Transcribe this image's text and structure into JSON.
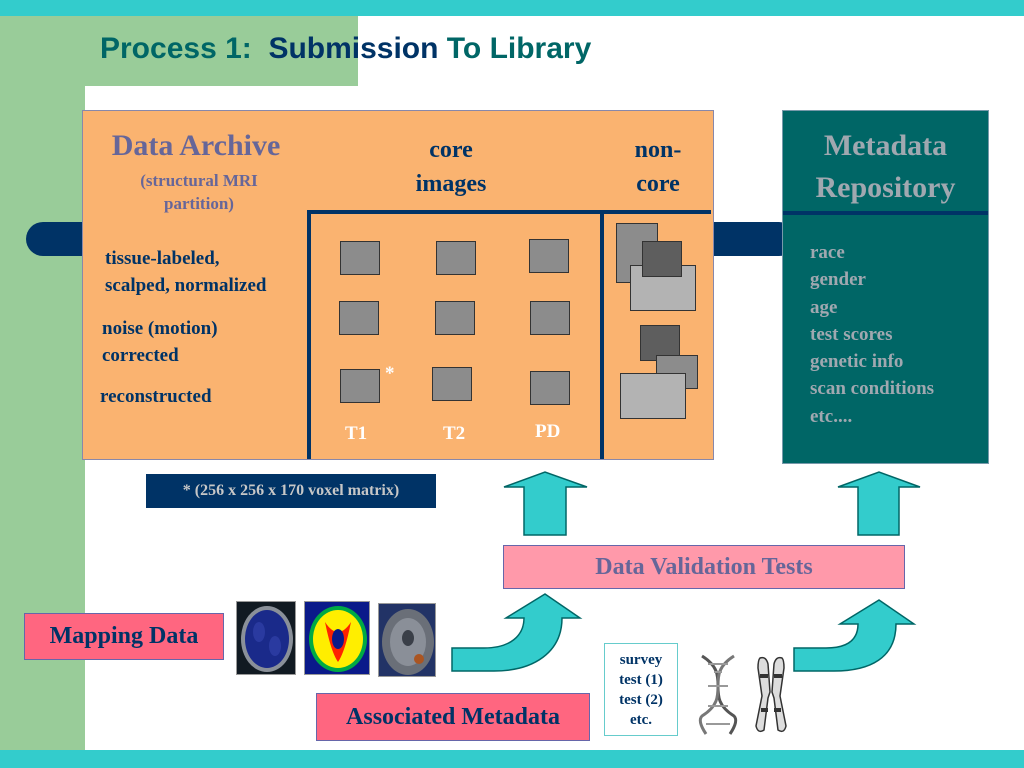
{
  "title": {
    "prefix": "Process 1:  ",
    "emph": "Submission",
    "suffix": " To Library"
  },
  "archive": {
    "title": "Data Archive",
    "subtitle_line1": "(structural MRI",
    "subtitle_line2": "partition)",
    "core_line1": "core",
    "core_line2": "images",
    "noncore_line1": "non-",
    "noncore_line2": "core",
    "rows": [
      {
        "line1": "tissue-labeled,",
        "line2": "scalped, normalized"
      },
      {
        "line1": "noise (motion)",
        "line2": "corrected"
      },
      {
        "line1": "reconstructed",
        "line2": ""
      }
    ],
    "asterisk": "*",
    "columns": [
      "T1",
      "T2",
      "PD"
    ]
  },
  "metadata_repository": {
    "title_line1": "Metadata",
    "title_line2": "Repository",
    "items": [
      "race",
      "gender",
      "age",
      "test scores",
      "genetic info",
      "scan conditions",
      "etc...."
    ]
  },
  "voxel_note": "* (256 x 256 x 170 voxel matrix)",
  "validation_label": "Data Validation Tests",
  "mapping_label": "Mapping Data",
  "associated_label": "Associated Metadata",
  "survey": {
    "lines": [
      "survey",
      "test (1)",
      "test (2)",
      "etc."
    ]
  },
  "colors": {
    "teal_bar": "#33cccc",
    "green_panel": "#99cc99",
    "archive_fill": "#fab370",
    "repository_fill": "#006666",
    "navy": "#003366",
    "arrow_fill": "#33cccc",
    "pink_label": "#ff6680",
    "validation_fill": "#ff99aa"
  },
  "icons": [
    "up-arrow-icon",
    "curved-arrow-icon",
    "dna-helix-icon",
    "chromosome-icon",
    "brain-scan-icon"
  ]
}
